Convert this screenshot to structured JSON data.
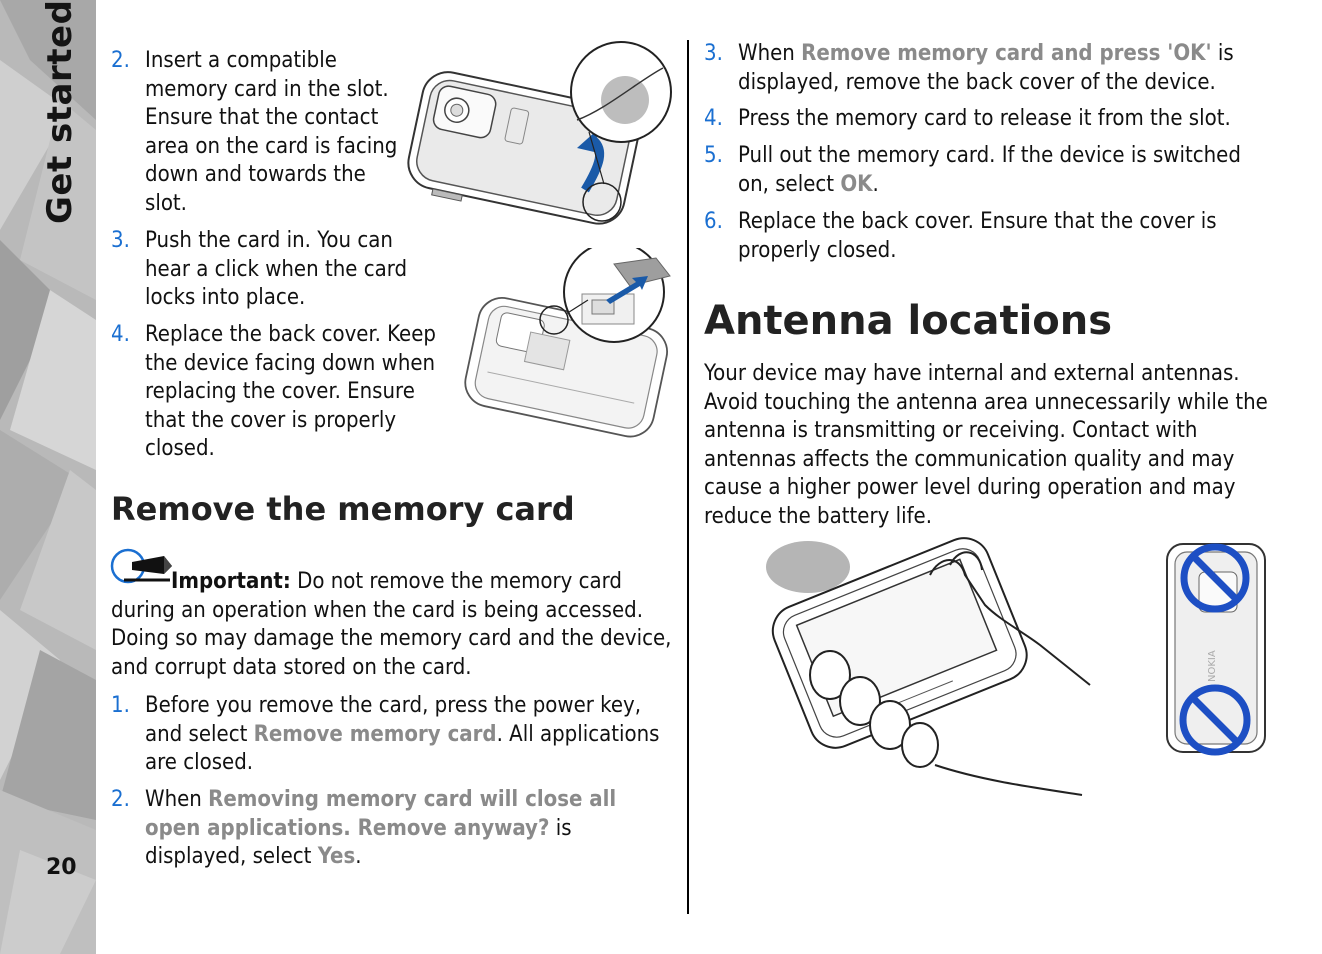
{
  "sidebar": {
    "section_title": "Get started",
    "page_number": "20"
  },
  "left": {
    "insert_steps": [
      {
        "num": "2.",
        "text": "Insert a compatible memory card in the slot. Ensure that the contact area on the card is facing down and towards the slot."
      },
      {
        "num": "3.",
        "text": "Push the card in. You can hear a click when the card locks into place."
      },
      {
        "num": "4.",
        "text": "Replace the back cover. Keep the device facing down when replacing the cover. Ensure that the cover is properly closed."
      }
    ],
    "remove_heading": "Remove the memory card",
    "important": {
      "label": "Important:",
      "text": "Do not remove the memory card during an operation when the card is being accessed. Doing so may damage the memory card and the device, and corrupt data stored on the card."
    },
    "remove_steps": {
      "s1": {
        "num": "1.",
        "pre": "Before you remove the card, press the power key, and select ",
        "menu": "Remove memory card",
        "post": ". All applications are closed."
      },
      "s2": {
        "num": "2.",
        "pre": "When ",
        "menu": "Removing memory card will close all open applications. Remove anyway?",
        "mid": " is displayed, select ",
        "menu2": "Yes",
        "post": "."
      }
    }
  },
  "right": {
    "steps": {
      "s3": {
        "num": "3.",
        "pre": "When ",
        "menu": "Remove memory card and press 'OK'",
        "post": " is displayed, remove the back cover of the device."
      },
      "s4": {
        "num": "4.",
        "text": "Press the memory card to release it from the slot."
      },
      "s5": {
        "num": "5.",
        "pre": "Pull out the memory card. If the device is switched on, select ",
        "menu": "OK",
        "post": "."
      },
      "s6": {
        "num": "6.",
        "text": "Replace the back cover. Ensure that the cover is properly closed."
      }
    },
    "antenna_heading": "Antenna locations",
    "antenna_text": "Your device may have internal and external antennas. Avoid touching the antenna area unnecessarily while the antenna is transmitting or receiving. Contact with antennas affects the communication quality and may cause a higher power level during operation and may reduce the battery life."
  },
  "colors": {
    "step_number": "#1a6fd1",
    "menu_text": "#8a8a8a",
    "no_sign": "#1d4fc4",
    "arrow": "#1a5aa8"
  },
  "icons": [
    "important-pencil-icon",
    "no-touch-icon"
  ]
}
